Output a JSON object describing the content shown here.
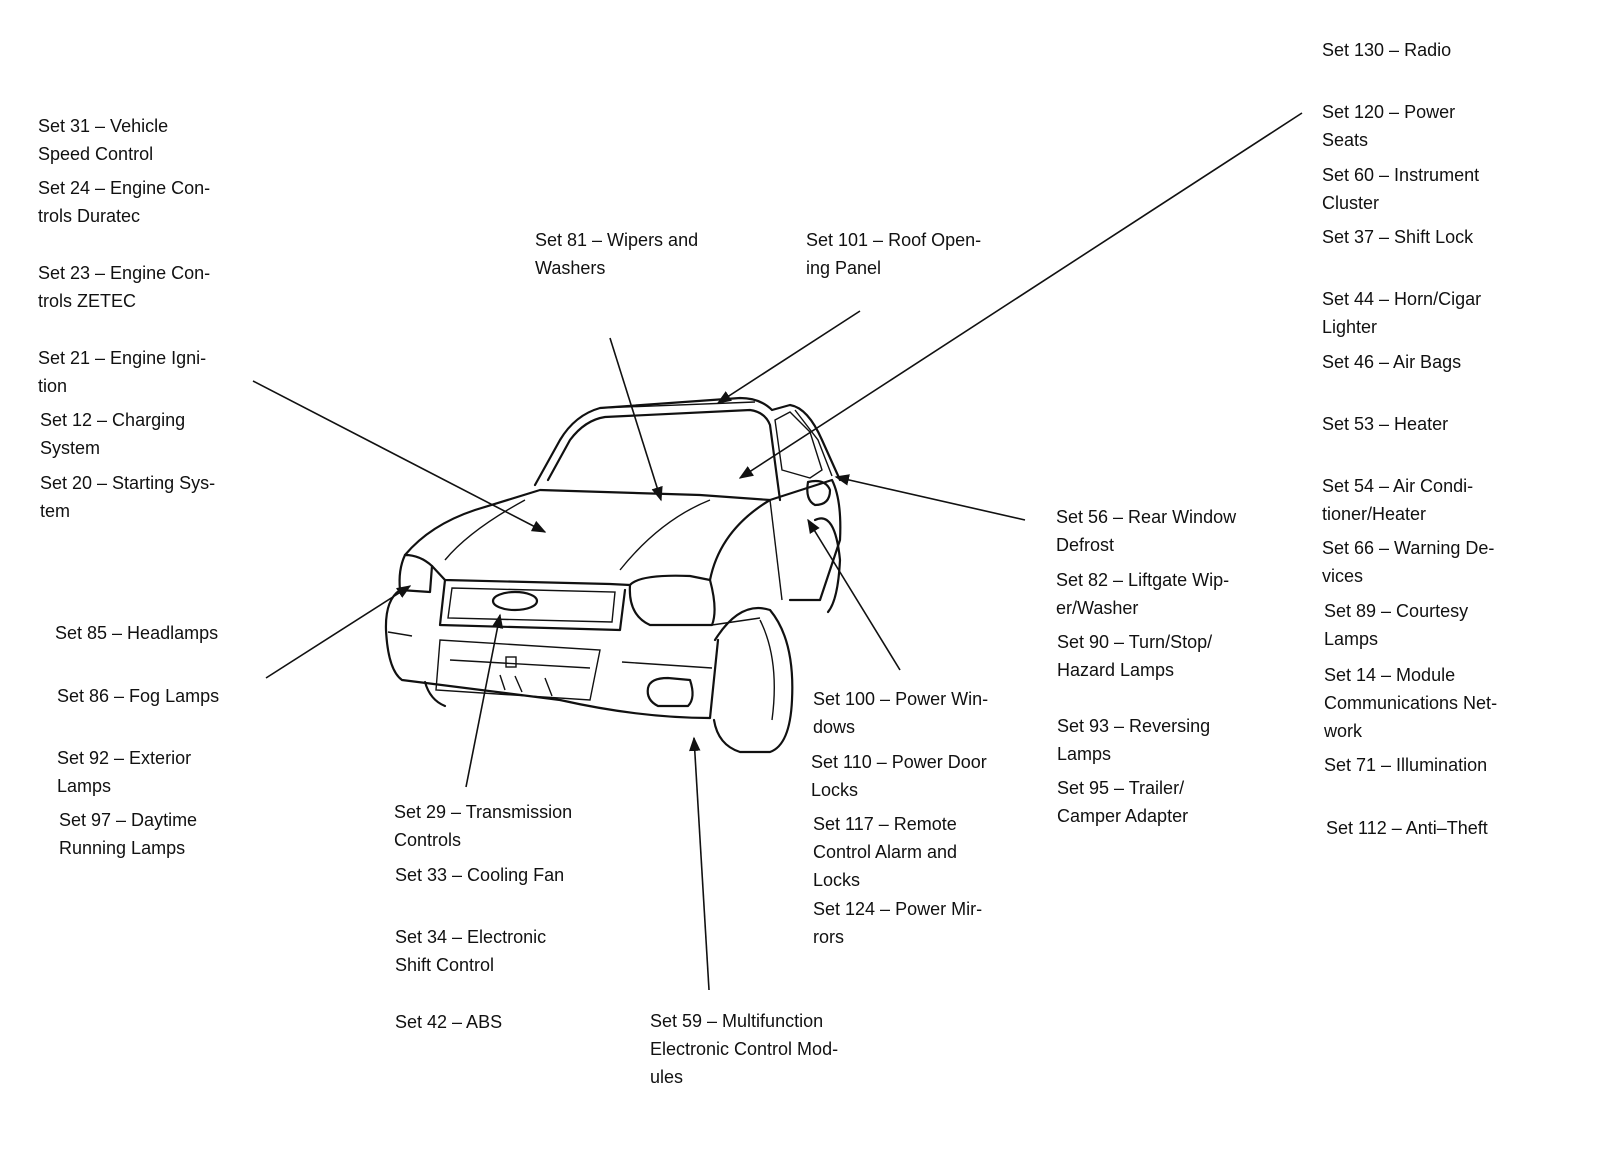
{
  "labels": [
    {
      "id": "set-130",
      "lines": [
        "Set 130 – Radio"
      ]
    },
    {
      "id": "set-31",
      "lines": [
        "Set 31 – Vehicle",
        "Speed Control"
      ]
    },
    {
      "id": "set-24",
      "lines": [
        "Set 24 – Engine Con-",
        "trols Duratec"
      ]
    },
    {
      "id": "set-23",
      "lines": [
        "Set 23 – Engine Con-",
        "trols ZETEC"
      ]
    },
    {
      "id": "set-21",
      "lines": [
        "Set 21 – Engine Igni-",
        "tion"
      ]
    },
    {
      "id": "set-12",
      "lines": [
        "Set 12 – Charging",
        "System"
      ]
    },
    {
      "id": "set-20",
      "lines": [
        "Set 20 – Starting Sys-",
        "tem"
      ]
    },
    {
      "id": "set-81",
      "lines": [
        "Set 81 – Wipers and",
        "Washers"
      ]
    },
    {
      "id": "set-101",
      "lines": [
        "Set 101 – Roof Open-",
        "ing Panel"
      ]
    },
    {
      "id": "set-120",
      "lines": [
        "Set 120 – Power",
        "Seats"
      ]
    },
    {
      "id": "set-60",
      "lines": [
        "Set 60 – Instrument",
        "Cluster"
      ]
    },
    {
      "id": "set-37",
      "lines": [
        "Set 37 – Shift Lock"
      ]
    },
    {
      "id": "set-44",
      "lines": [
        "Set 44 – Horn/Cigar",
        "Lighter"
      ]
    },
    {
      "id": "set-46",
      "lines": [
        "Set 46 – Air Bags"
      ]
    },
    {
      "id": "set-53",
      "lines": [
        "Set 53 – Heater"
      ]
    },
    {
      "id": "set-54",
      "lines": [
        "Set 54 – Air Condi-",
        "tioner/Heater"
      ]
    },
    {
      "id": "set-66",
      "lines": [
        "Set 66 – Warning De-",
        "vices"
      ]
    },
    {
      "id": "set-89",
      "lines": [
        "Set 89 – Courtesy",
        "Lamps"
      ]
    },
    {
      "id": "set-14",
      "lines": [
        "Set 14 – Module",
        "Communications Net-",
        "work"
      ]
    },
    {
      "id": "set-71",
      "lines": [
        "Set 71 – Illumination"
      ]
    },
    {
      "id": "set-112",
      "lines": [
        "Set 112 – Anti–Theft"
      ]
    },
    {
      "id": "set-56",
      "lines": [
        "Set 56 – Rear Window",
        "Defrost"
      ]
    },
    {
      "id": "set-82",
      "lines": [
        "Set 82 – Liftgate Wip-",
        "er/Washer"
      ]
    },
    {
      "id": "set-90",
      "lines": [
        "Set 90 – Turn/Stop/",
        "Hazard Lamps"
      ]
    },
    {
      "id": "set-93",
      "lines": [
        "Set 93 – Reversing",
        "Lamps"
      ]
    },
    {
      "id": "set-95",
      "lines": [
        "Set 95 – Trailer/",
        "Camper Adapter"
      ]
    },
    {
      "id": "set-85",
      "lines": [
        "Set 85 – Headlamps"
      ]
    },
    {
      "id": "set-86",
      "lines": [
        "Set 86 – Fog Lamps"
      ]
    },
    {
      "id": "set-92",
      "lines": [
        "Set 92 – Exterior",
        "Lamps"
      ]
    },
    {
      "id": "set-97",
      "lines": [
        "Set 97 – Daytime",
        "Running Lamps"
      ]
    },
    {
      "id": "set-100",
      "lines": [
        "Set 100 – Power Win-",
        "dows"
      ]
    },
    {
      "id": "set-110",
      "lines": [
        "Set 110 – Power Door",
        "Locks"
      ]
    },
    {
      "id": "set-117",
      "lines": [
        "Set 117 – Remote",
        "Control Alarm and",
        "Locks"
      ]
    },
    {
      "id": "set-124",
      "lines": [
        "Set 124 – Power Mir-",
        "rors"
      ]
    },
    {
      "id": "set-29",
      "lines": [
        "Set 29 – Transmission",
        "Controls"
      ]
    },
    {
      "id": "set-33",
      "lines": [
        "Set 33 – Cooling Fan"
      ]
    },
    {
      "id": "set-34",
      "lines": [
        "Set 34 – Electronic",
        "Shift Control"
      ]
    },
    {
      "id": "set-42",
      "lines": [
        "Set 42 – ABS"
      ]
    },
    {
      "id": "set-59",
      "lines": [
        "Set 59 – Multifunction",
        "Electronic Control Mod-",
        "ules"
      ]
    }
  ]
}
